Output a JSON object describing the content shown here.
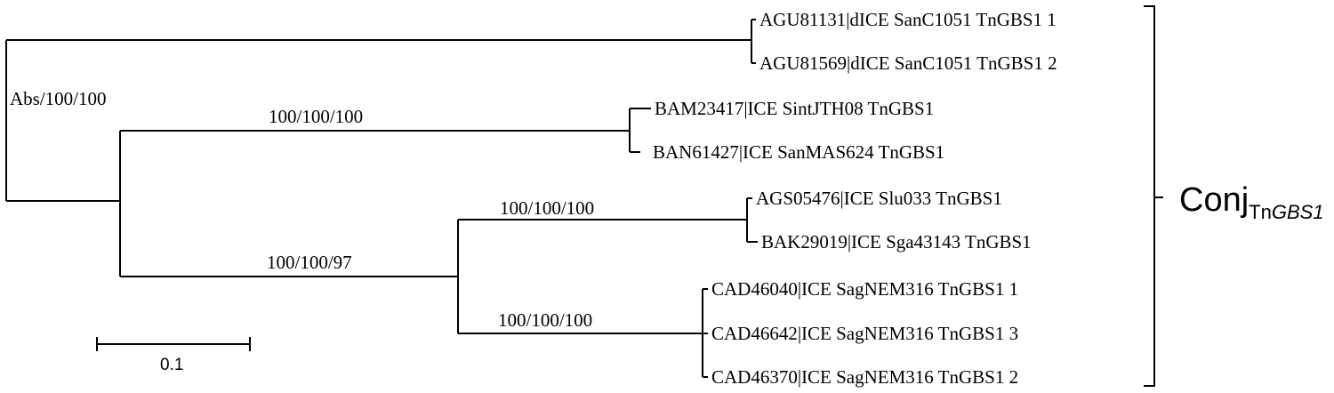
{
  "tree": {
    "leaves": [
      "AGU81131|dICE SanC1051 TnGBS1 1",
      "AGU81569|dICE SanC1051 TnGBS1 2",
      "BAM23417|ICE SintJTH08 TnGBS1",
      "BAN61427|ICE SanMAS624 TnGBS1",
      "AGS05476|ICE Slu033 TnGBS1",
      "BAK29019|ICE Sga43143 TnGBS1",
      "CAD46040|ICE SagNEM316 TnGBS1 1",
      "CAD46642|ICE SagNEM316 TnGBS1 3",
      "CAD46370|ICE SagNEM316 TnGBS1 2"
    ],
    "support_labels": {
      "root": "Abs/100/100",
      "clade_bam_ban": "100/100/100",
      "clade_lower": "100/100/97",
      "clade_ags_bak": "100/100/100",
      "clade_cad": "100/100/100"
    },
    "scale_bar": {
      "label": "0.1"
    },
    "clade": {
      "name": "Conj",
      "subscript_prefix": "Tn",
      "subscript_italic": "GBS1"
    }
  },
  "colors": {
    "line": "#000000",
    "background": "#ffffff"
  }
}
